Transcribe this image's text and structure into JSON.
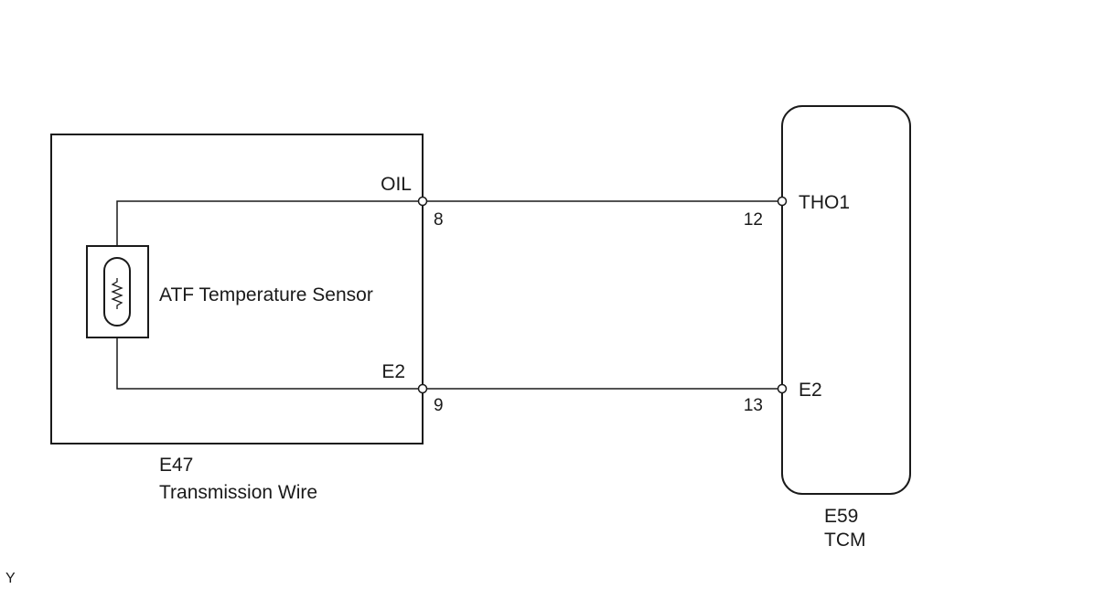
{
  "sensor_label": "ATF Temperature Sensor",
  "left_connector": {
    "code": "E47",
    "name": "Transmission Wire",
    "terminals": [
      {
        "signal": "OIL",
        "pin": "8"
      },
      {
        "signal": "E2",
        "pin": "9"
      }
    ]
  },
  "right_component": {
    "code": "E59",
    "name": "TCM",
    "terminals": [
      {
        "signal": "THO1",
        "pin": "12"
      },
      {
        "signal": "E2",
        "pin": "13"
      }
    ]
  },
  "corner_mark": "Y"
}
